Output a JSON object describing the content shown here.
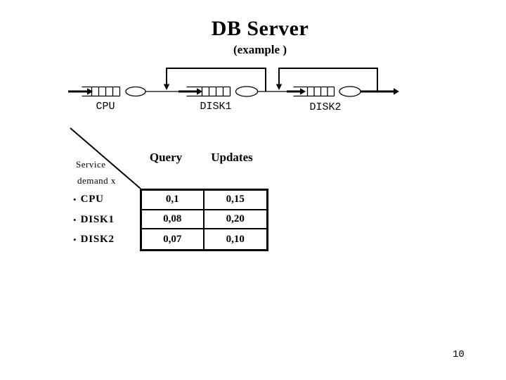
{
  "slide": {
    "title": "DB Server",
    "subtitle": "(example )",
    "page_number": "10"
  },
  "diagram": {
    "nodes": [
      {
        "label": "CPU"
      },
      {
        "label": "DISK1"
      },
      {
        "label": "DISK2"
      }
    ]
  },
  "table": {
    "corner_line1": "Service",
    "corner_line2": "demand x",
    "bullet": "•",
    "columns": [
      "Query",
      "Updates"
    ],
    "rows": [
      {
        "label": "CPU",
        "query": "0,1",
        "updates": "0,15"
      },
      {
        "label": "DISK1",
        "query": "0,08",
        "updates": "0,20"
      },
      {
        "label": "DISK2",
        "query": "0,07",
        "updates": "0,10"
      }
    ]
  },
  "colors": {
    "ink": "#000000",
    "paper": "#ffffff"
  }
}
